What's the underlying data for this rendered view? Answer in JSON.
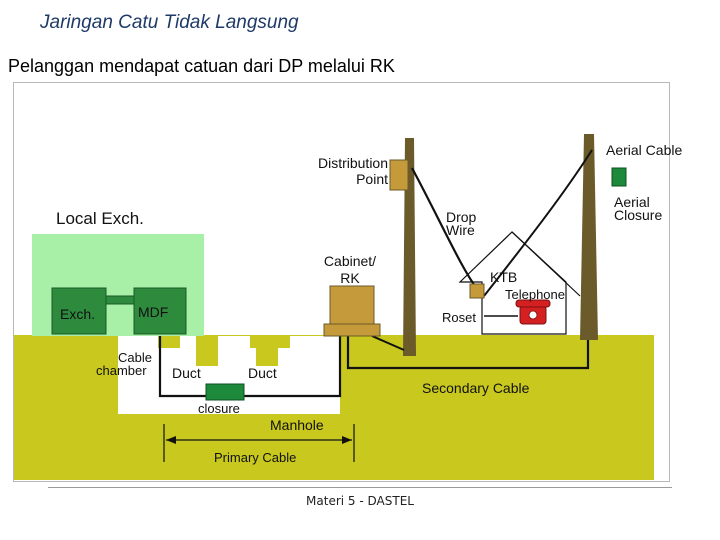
{
  "slide": {
    "title": "Jaringan Catu Tidak Langsung",
    "subtitle": "Pelanggan mendapat catuan dari DP melalui RK",
    "footer": "Materi 5 - DASTEL"
  },
  "diagram": {
    "labels": {
      "local_exch": "Local Exch.",
      "exch": "Exch.",
      "mdf": "MDF",
      "cable_chamber_1": "Cable",
      "cable_chamber_2": "chamber",
      "duct_left": "Duct",
      "duct_right": "Duct",
      "closure": "closure",
      "manhole": "Manhole",
      "primary_cable": "Primary Cable",
      "distribution_point_1": "Distribution",
      "distribution_point_2": "Point",
      "drop_wire_1": "Drop",
      "drop_wire_2": "Wire",
      "cabinet_1": "Cabinet/",
      "cabinet_2": "RK",
      "aerial_cable": "Aerial Cable",
      "aerial_closure_1": "Aerial",
      "aerial_closure_2": "Closure",
      "ktb": "KTB",
      "telephone": "Telephone",
      "roset": "Roset",
      "secondary_cable": "Secondary Cable"
    },
    "colors": {
      "ground": "#c8c81e",
      "exchange_area": "#a8f0a8",
      "pole": "#6b5a2a",
      "closure_box": "#1c8a3a",
      "cabinet": "#c59a3a",
      "mdf_green": "#2e8b3e",
      "cable": "#111111",
      "phone": "#d42020"
    }
  }
}
